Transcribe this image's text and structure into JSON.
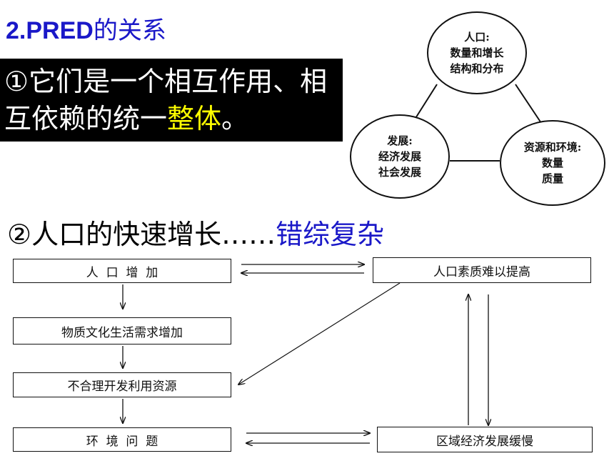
{
  "heading": {
    "number": "2.PRED",
    "rest": "的关系"
  },
  "point1": {
    "text_before": "①它们是一个相互作用、相互依赖的统一",
    "highlight": "整体",
    "text_after": "。"
  },
  "point2": {
    "text": "②人口的快速增长……",
    "emphasis": "错综复杂"
  },
  "triangle": {
    "population": {
      "title": "人口:",
      "line1": "数量和增长",
      "line2": "结构和分布"
    },
    "development": {
      "title": "发展:",
      "line1": "经济发展",
      "line2": "社会发展"
    },
    "resources": {
      "title": "资源和环境:",
      "line1": "数量",
      "line2": "质量"
    }
  },
  "flow": {
    "population_growth": "人  口  增  加",
    "material_demand": "物质文化生活需求增加",
    "irrational_use": "不合理开发利用资源",
    "env_problems": "环  境  问  题",
    "quality_hard": "人口素质难以提高",
    "slow_development": "区域经济发展缓慢"
  },
  "colors": {
    "blue": "#1a18c8",
    "highlight_yellow": "#ffff00",
    "line": "#111111"
  }
}
